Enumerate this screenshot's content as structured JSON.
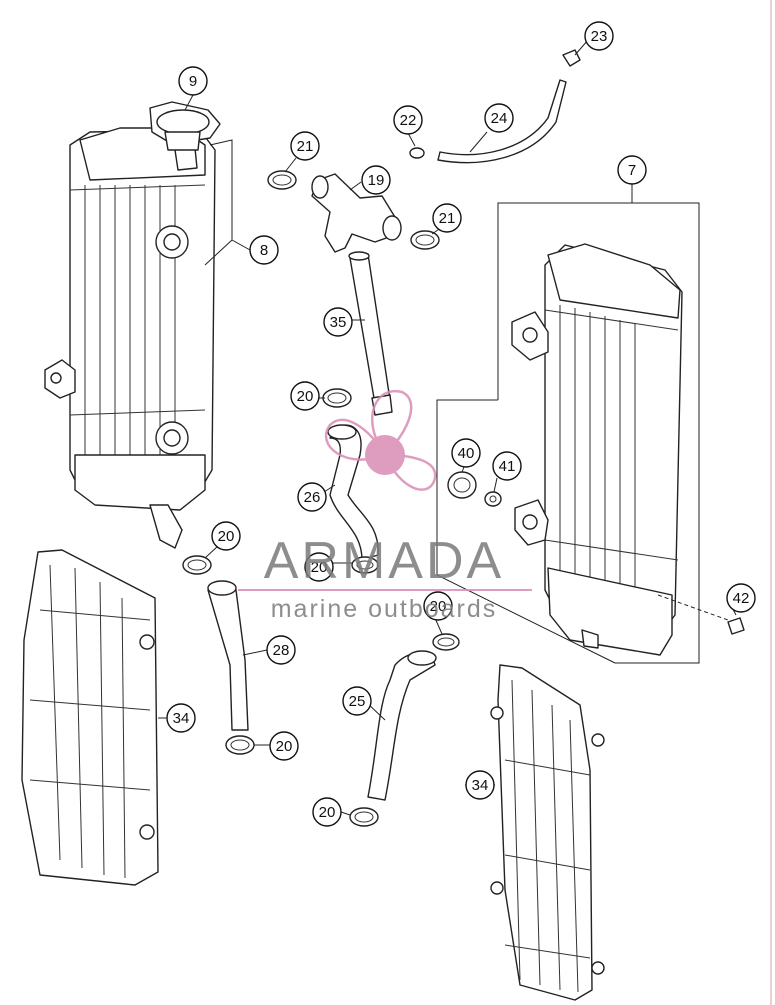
{
  "callouts": {
    "c9": "9",
    "c8": "8",
    "c21a": "21",
    "c19": "19",
    "c21b": "21",
    "c22": "22",
    "c24": "24",
    "c23": "23",
    "c7": "7",
    "c35": "35",
    "c20a": "20",
    "c40": "40",
    "c41": "41",
    "c26": "26",
    "c20b": "20",
    "c20c": "20",
    "c20d": "20",
    "c28": "28",
    "c34a": "34",
    "c25": "25",
    "c20e": "20",
    "c20f": "20",
    "c34b": "34",
    "c42": "42"
  },
  "watermark": {
    "brand": "ARMADA",
    "tagline": "marine outboards",
    "color": "#d98cb4"
  }
}
